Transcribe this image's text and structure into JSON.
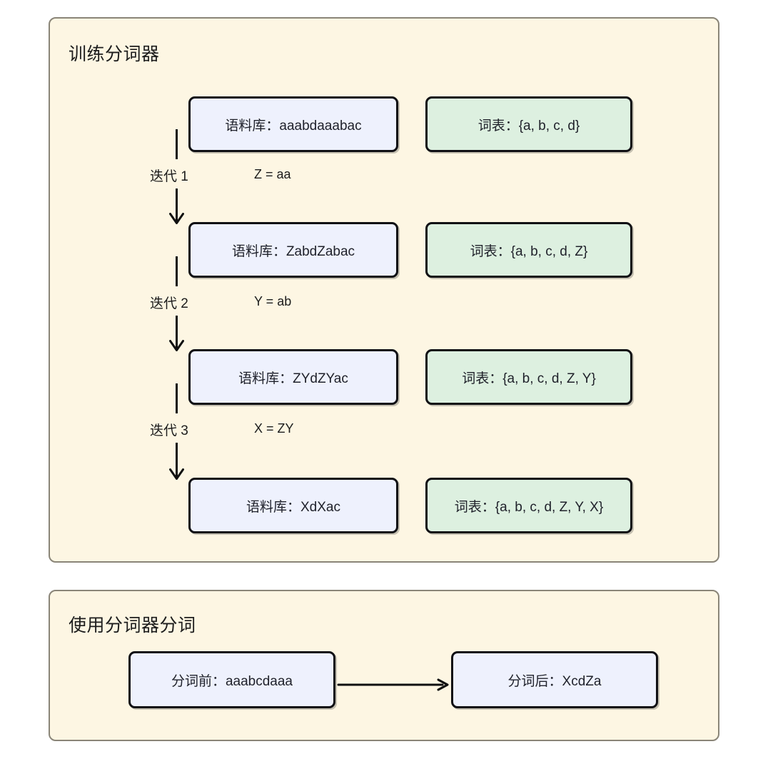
{
  "sections": [
    {
      "id": "training",
      "title": "训练分词器",
      "rows": [
        {
          "corpus": "语料库：aaabdaaabac",
          "vocab": "词表：{a, b, c, d}"
        },
        {
          "corpus": "语料库：ZabdZabac",
          "vocab": "词表：{a, b, c, d, Z}"
        },
        {
          "corpus": "语料库：ZYdZYac",
          "vocab": "词表：{a, b, c, d, Z, Y}"
        },
        {
          "corpus": "语料库：XdXac",
          "vocab": "词表：{a, b, c, d, Z, Y, X}"
        }
      ],
      "iterations": [
        {
          "label": "迭代 1",
          "rule": "Z = aa"
        },
        {
          "label": "迭代 2",
          "rule": "Y = ab"
        },
        {
          "label": "迭代 3",
          "rule": "X = ZY"
        }
      ]
    },
    {
      "id": "inference",
      "title": "使用分词器分词",
      "before": "分词前：aaabcdaaa",
      "after": "分词后：XcdZa"
    }
  ],
  "colors": {
    "panel_background": "#fdf6e3",
    "panel_border": "#8a8578",
    "corpus_box": "#eef1fd",
    "vocab_box": "#ddf0e0",
    "box_border": "#0f0f14",
    "arrow": "#101010",
    "page_background": "#ffffff"
  }
}
